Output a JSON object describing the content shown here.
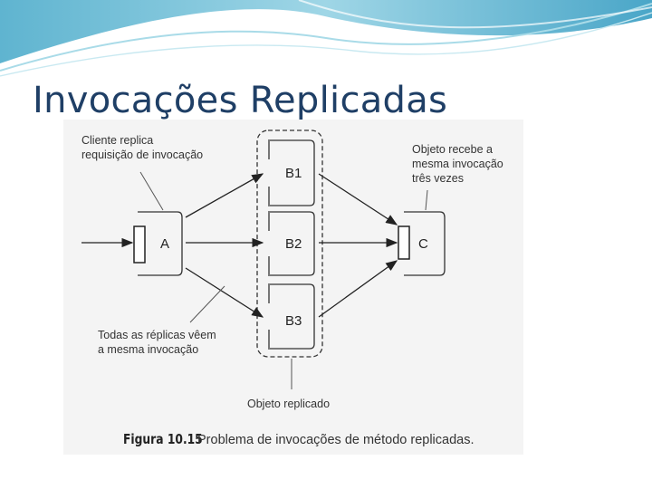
{
  "slide": {
    "title": "Invocações Replicadas"
  },
  "diagram": {
    "box_a": "A",
    "box_b1": "B1",
    "box_b2": "B2",
    "box_b3": "B3",
    "box_c": "C",
    "note_client": [
      "Cliente replica",
      "requisição de invocação"
    ],
    "note_object": [
      "Objeto recebe a",
      "mesma invocação",
      "três vezes"
    ],
    "note_replicas": [
      "Todas as réplicas vêem",
      "a mesma invocação"
    ],
    "note_replicated": "Objeto replicado"
  },
  "caption": {
    "number": "Figura 10.15",
    "text": "Problema de invocações de método replicadas."
  },
  "colors": {
    "title": "#1f3f66",
    "header_wave": "#7fc6dc",
    "panel_background": "#f4f4f4"
  }
}
